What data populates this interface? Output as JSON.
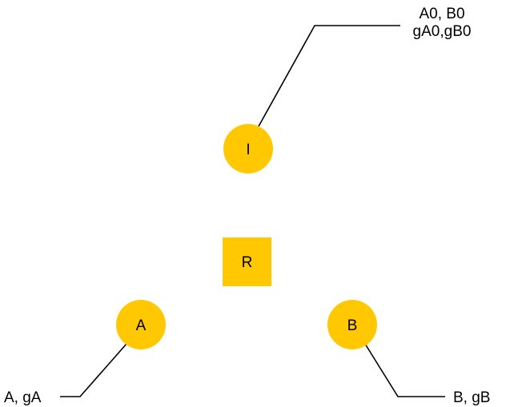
{
  "colors": {
    "node_fill": "#FFC800",
    "line": "#000000",
    "text": "#000000",
    "background": "#FFFFFF"
  },
  "nodes": {
    "i": {
      "label": "I",
      "shape": "circle"
    },
    "r": {
      "label": "R",
      "shape": "square"
    },
    "a": {
      "label": "A",
      "shape": "circle"
    },
    "b": {
      "label": "B",
      "shape": "circle"
    }
  },
  "annotations": {
    "i_line1": "A0, B0",
    "i_line2": "gA0,gB0",
    "a": "A, gA",
    "b": "B, gB"
  }
}
